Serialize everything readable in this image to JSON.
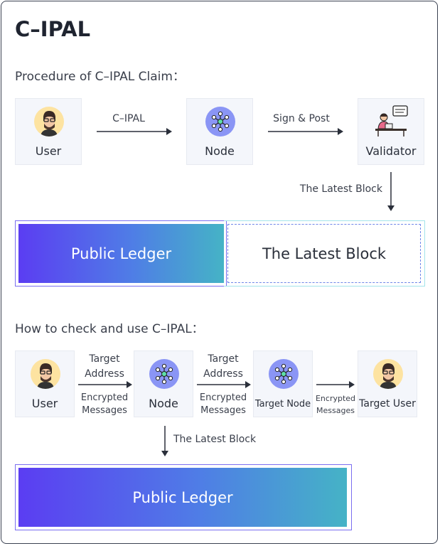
{
  "title": "C–IPAL",
  "section1": {
    "heading": "Procedure of C–IPAL Claim：",
    "user_label": "User",
    "node_label": "Node",
    "validator_label": "Validator",
    "arrow1_label": "C–IPAL",
    "arrow2_label": "Sign & Post",
    "down_arrow_label": "The Latest Block",
    "ledger_label": "Public Ledger",
    "latest_label": "The Latest Block"
  },
  "section2": {
    "heading": "How to check and use C–IPAL：",
    "user_label": "User",
    "node_label": "Node",
    "target_node_label": "Target Node",
    "target_user_label": "Target User",
    "arrow1_top": "Target Address",
    "arrow1_bottom": "Encrypted Messages",
    "arrow2_top": "Target Address",
    "arrow2_bottom": "Encrypted Messages",
    "arrow3_bottom": "Encrypted Messages",
    "down_arrow_label": "The Latest Block",
    "ledger_label": "Public Ledger"
  },
  "colors": {
    "gradient_start": "#5b3df2",
    "gradient_end": "#45b3c6",
    "node_icon": "#8a95f5",
    "avatar_bg": "#fde3a1"
  },
  "icons": [
    "user-avatar-icon",
    "network-node-icon",
    "validator-desk-icon"
  ]
}
